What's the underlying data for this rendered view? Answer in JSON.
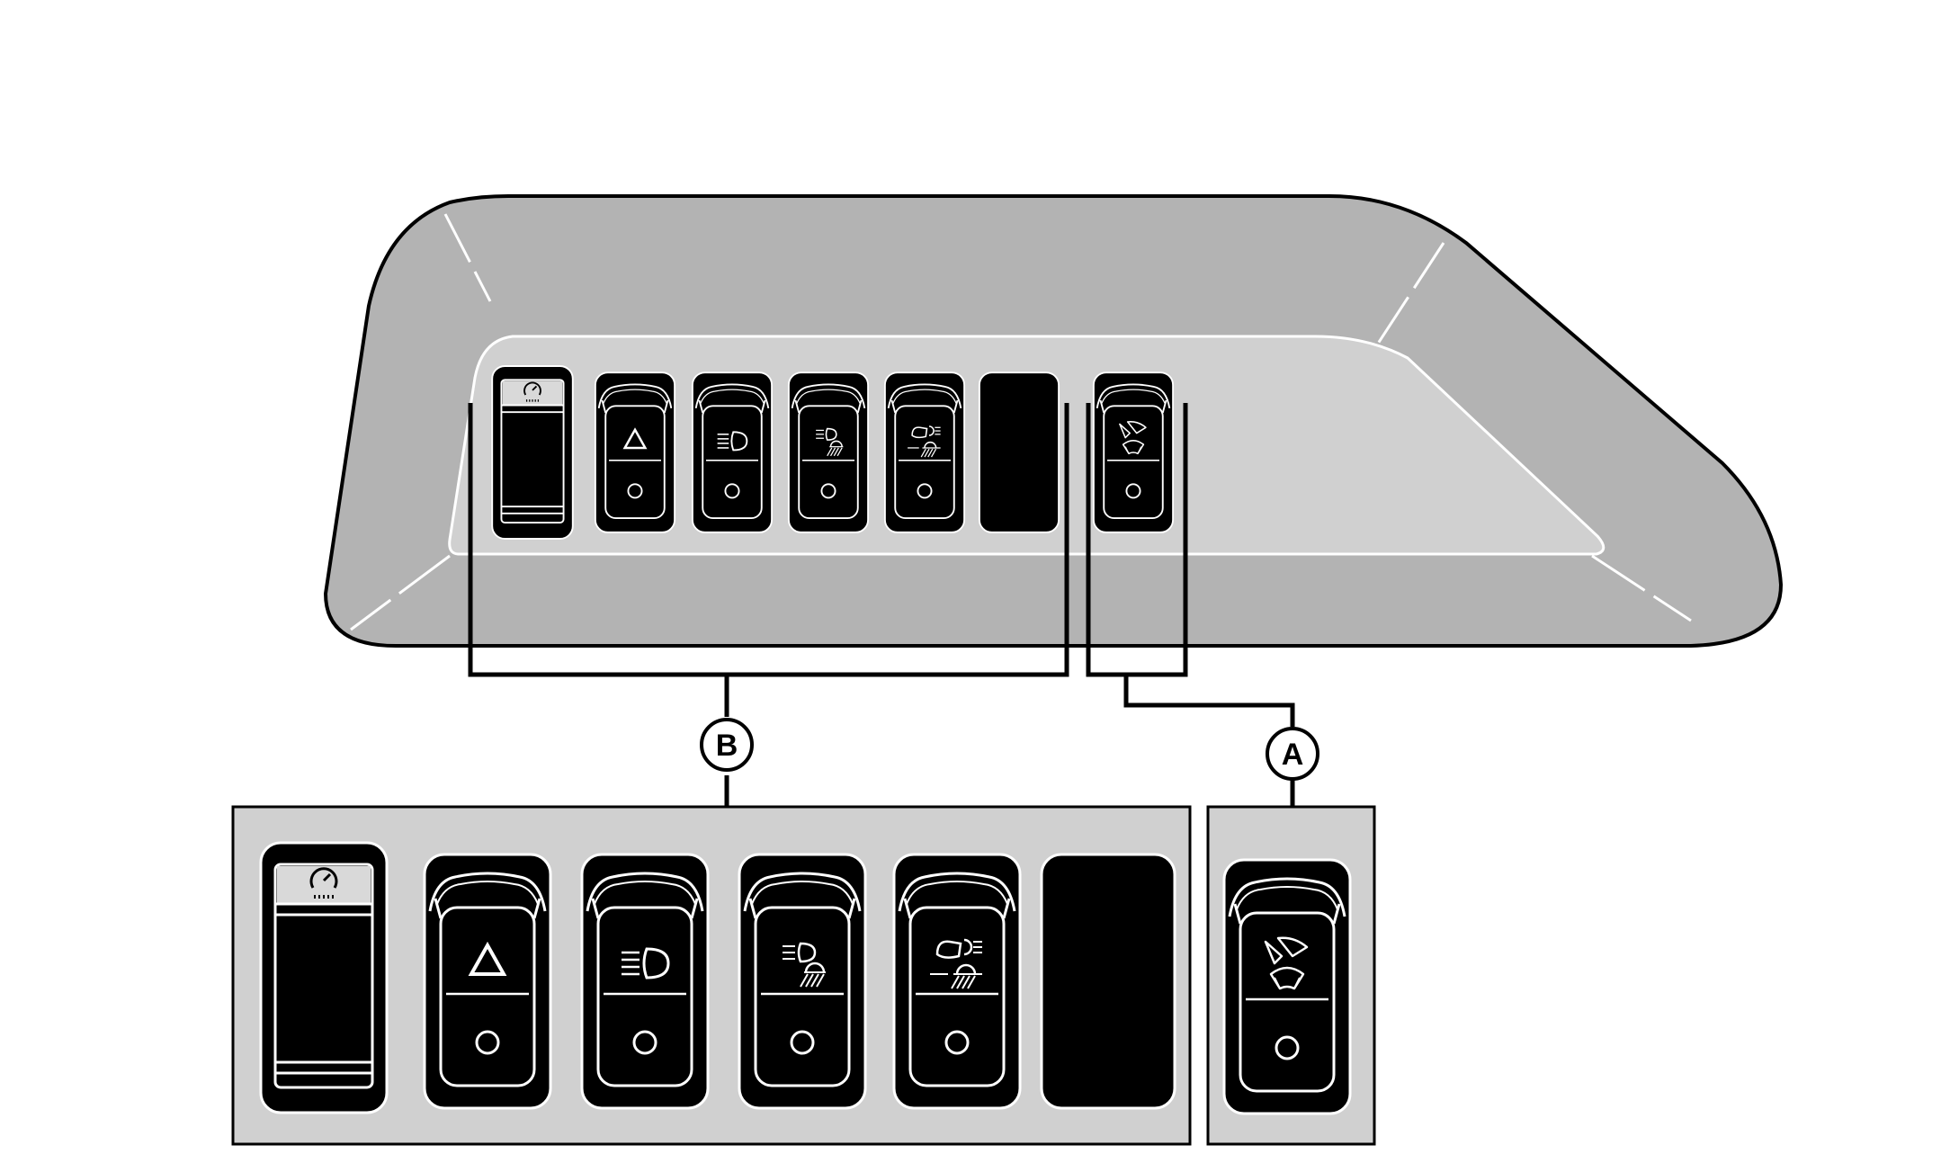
{
  "callouts": {
    "a": {
      "label": "A"
    },
    "b": {
      "label": "B"
    }
  },
  "console": {
    "switches": [
      {
        "id": "cruise",
        "icon": "speedometer-icon"
      },
      {
        "id": "hazard",
        "icon": "hazard-warning-icon"
      },
      {
        "id": "headlight",
        "icon": "headlight-icon"
      },
      {
        "id": "work-lights",
        "icon": "work-lights-icon"
      },
      {
        "id": "rear-work-lights",
        "icon": "rear-work-lights-icon"
      },
      {
        "id": "blank",
        "icon": "blank-plug"
      },
      {
        "id": "wiper",
        "icon": "windshield-wiper-icon"
      }
    ]
  },
  "colors": {
    "console_outer": "#b3b3b3",
    "console_inner": "#d0d0d0",
    "panel": "#d0d0d0",
    "switch": "#000000",
    "line": "#ffffff"
  }
}
